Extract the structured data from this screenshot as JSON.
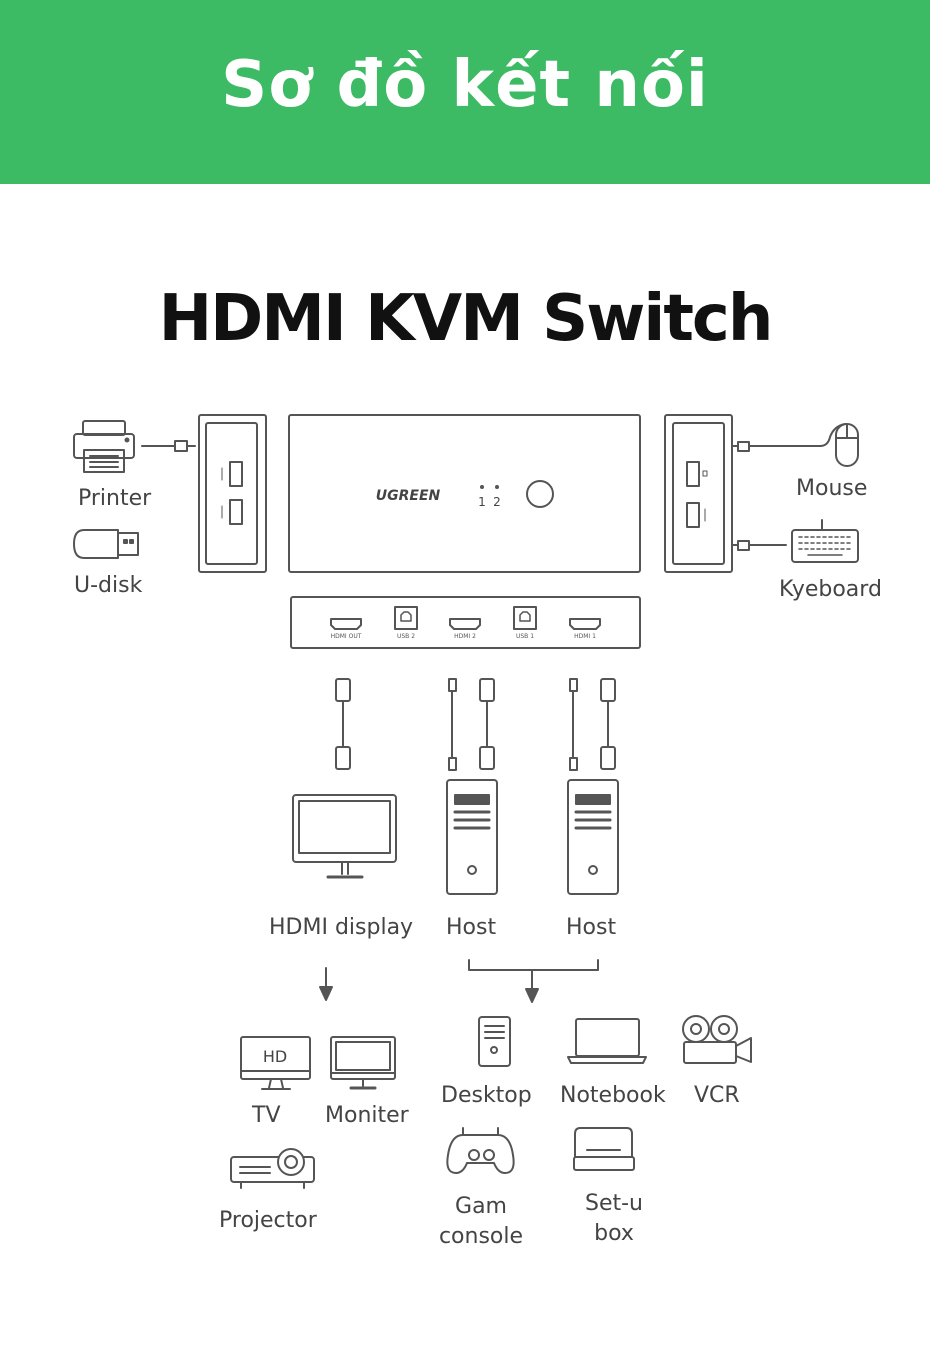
{
  "banner": {
    "title": "Sơ đồ kết nối"
  },
  "diagram": {
    "title": "HDMI KVM Switch",
    "brand": "UGREEN",
    "indicators": {
      "one": "1",
      "two": "2"
    },
    "ports": {
      "hdmi_out": "HDMI OUT",
      "usb2": "USB 2",
      "hdmi2": "HDMI 2",
      "usb1": "USB 1",
      "hdmi1": "HDMI 1"
    },
    "left_devices": {
      "printer": "Printer",
      "udisk": "U-disk"
    },
    "right_devices": {
      "mouse": "Mouse",
      "keyboard": "Kyeboard"
    },
    "outputs": {
      "display": "HDMI display",
      "host1": "Host",
      "host2": "Host"
    },
    "display_examples": {
      "tv": "TV",
      "tv_badge": "HD",
      "monitor": "Moniter",
      "projector": "Projector"
    },
    "host_examples": {
      "desktop": "Desktop",
      "notebook": "Notebook",
      "vcr": "VCR",
      "game_console": "Gam console",
      "setup_box": "Set-u box"
    },
    "colors": {
      "banner": "#3cba64",
      "line": "#555555"
    }
  }
}
